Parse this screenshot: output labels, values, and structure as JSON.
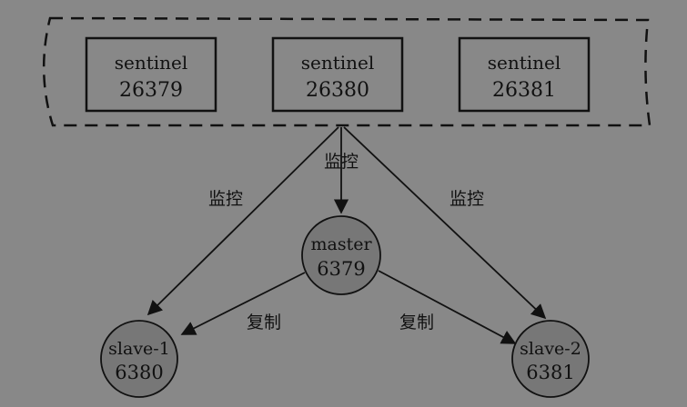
{
  "sentinels": [
    {
      "name": "sentinel",
      "port": "26379"
    },
    {
      "name": "sentinel",
      "port": "26380"
    },
    {
      "name": "sentinel",
      "port": "26381"
    }
  ],
  "master": {
    "name": "master",
    "port": "6379"
  },
  "slaves": [
    {
      "name": "slave-1",
      "port": "6380"
    },
    {
      "name": "slave-2",
      "port": "6381"
    }
  ],
  "edge_labels": {
    "monitor_left": "监控",
    "monitor_center": "监控",
    "monitor_right": "监控",
    "replicate_left": "复制",
    "replicate_right": "复制"
  },
  "colors": {
    "background": "#888888",
    "node_fill": "#777777",
    "stroke": "#111111"
  }
}
